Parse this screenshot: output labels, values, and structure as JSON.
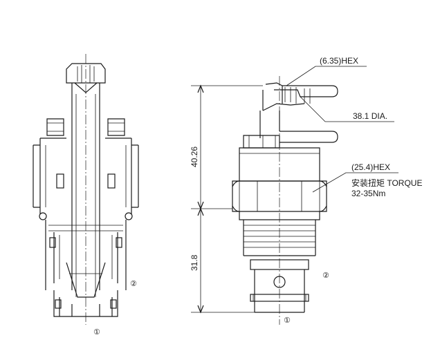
{
  "labels": {
    "hex_small": "(6.35)HEX",
    "dia": "38.1 DIA.",
    "hex_large": "(25.4)HEX",
    "torque_label": "安装扭矩 TORQUE",
    "torque_value": "32-35Nm",
    "dim_upper": "40.26",
    "dim_lower": "31.8",
    "port1_left": "①",
    "port2_left": "②",
    "port1_right": "①",
    "port2_right": "②"
  }
}
